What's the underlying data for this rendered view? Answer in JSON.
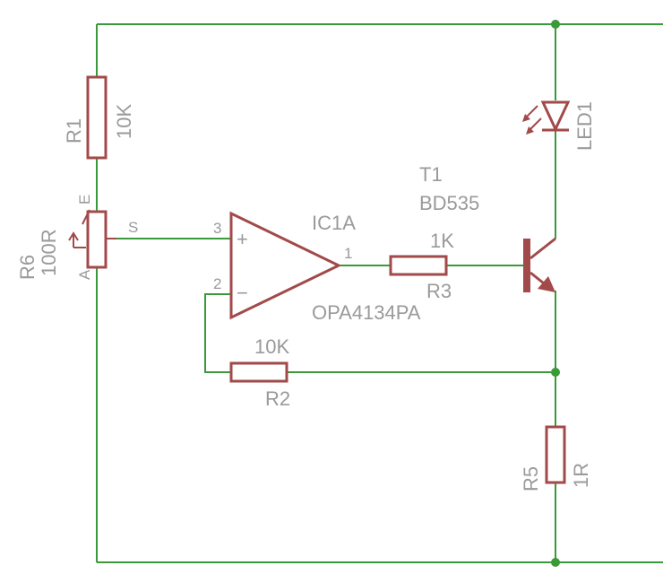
{
  "colors": {
    "wire": "#3a9a3a",
    "symbol": "#a24a4a",
    "label": "#9a9a9a",
    "background": "#ffffff"
  },
  "components": {
    "r1": {
      "name": "R1",
      "value": "10K"
    },
    "r6": {
      "name": "R6",
      "value": "100R",
      "pin_e": "E",
      "pin_a": "A",
      "pin_s": "S"
    },
    "ic1a": {
      "name": "IC1A",
      "value": "OPA4134PA",
      "pin_noninv": "3",
      "pin_inv": "2",
      "pin_out": "1",
      "plus": "+",
      "minus": "−"
    },
    "r3": {
      "name": "R3",
      "value": "1K"
    },
    "t1": {
      "name": "T1",
      "value": "BD535"
    },
    "led1": {
      "name": "LED1"
    },
    "r2": {
      "name": "R2",
      "value": "10K"
    },
    "r5": {
      "name": "R5",
      "value": "1R"
    }
  }
}
